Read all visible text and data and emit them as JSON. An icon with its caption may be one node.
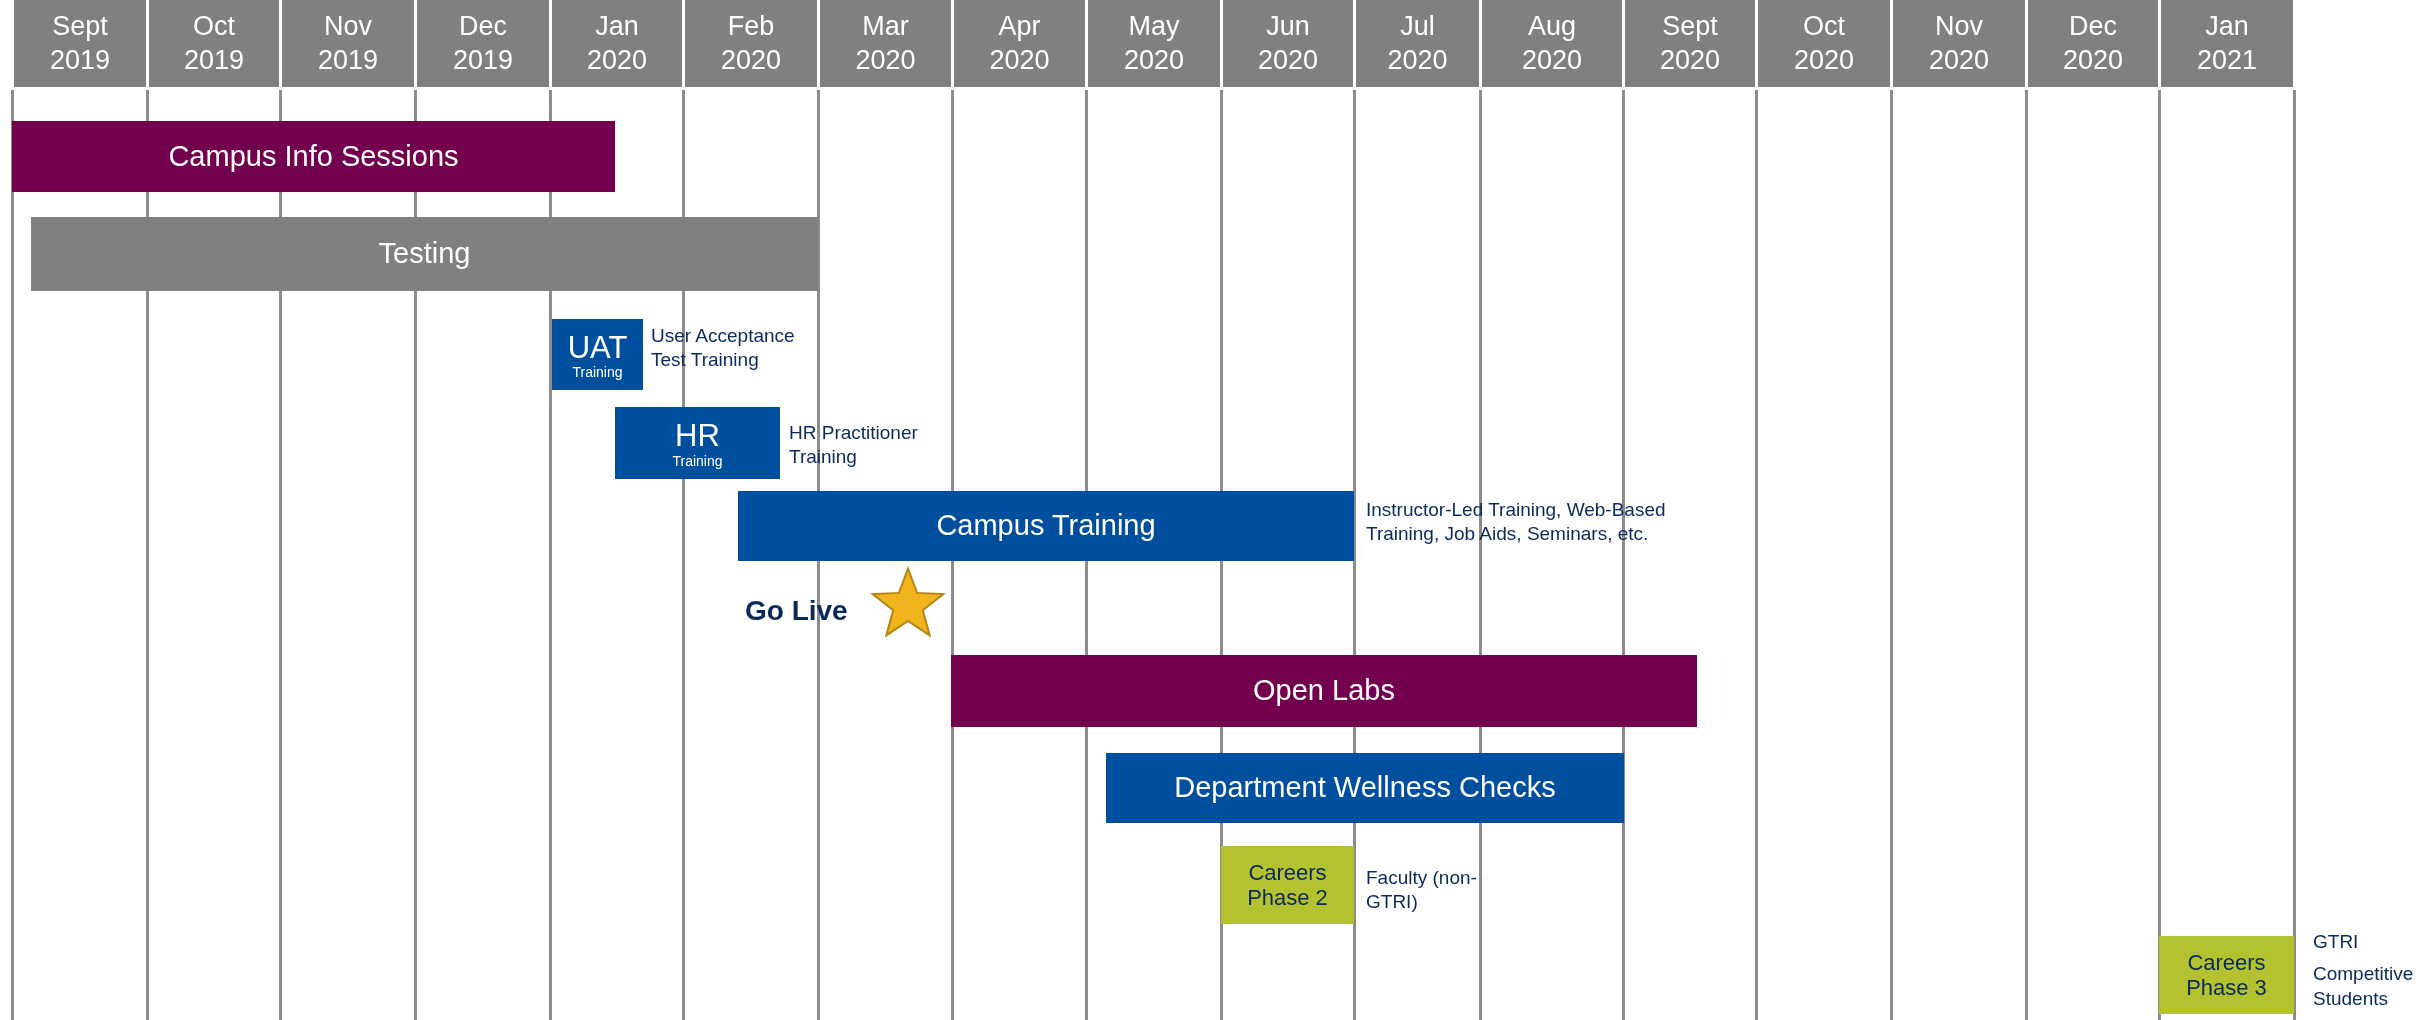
{
  "diagram": {
    "nodes": [
      {
        "text": [
          "Sept 2019"
        ]
      },
      {
        "text": [
          "Oct 2019"
        ]
      },
      {
        "text": [
          "Nov 2019"
        ]
      },
      {
        "text": [
          "Dec 2019"
        ]
      },
      {
        "text": [
          "Jan 2020"
        ]
      },
      {
        "text": [
          "Feb 2020"
        ]
      },
      {
        "text": [
          "Mar 2020"
        ]
      },
      {
        "text": [
          "Apr 2020"
        ]
      },
      {
        "text": [
          "May 2020"
        ]
      },
      {
        "text": [
          "Jun 2020"
        ]
      },
      {
        "text": [
          "Jul 2020"
        ]
      },
      {
        "text": [
          "Aug 2020"
        ]
      },
      {
        "text": [
          "Sept 2020"
        ]
      },
      {
        "text": [
          "Oct 2020"
        ]
      },
      {
        "text": [
          "Nov 2020"
        ]
      },
      {
        "text": [
          "Dec 2020"
        ]
      },
      {
        "text": [
          "Jan 2021"
        ]
      },
      {
        "text": [
          "Campus Info Sessions"
        ]
      },
      {
        "text": [
          "Testing"
        ]
      },
      {
        "text": [
          "UAT",
          "Training"
        ],
        "beside": [
          "User Acceptance Test Training"
        ]
      },
      {
        "text": [
          "HR",
          "Training"
        ],
        "beside": [
          "HR Practitioner Training"
        ]
      },
      {
        "text": [
          "Campus Training"
        ],
        "beside": [
          "Instructor-Led Training, Web-Based Training, Job Aids, Seminars, etc."
        ]
      },
      {
        "text": [],
        "shape": "star",
        "beside": [
          "Go Live"
        ]
      },
      {
        "text": [
          "Open Labs"
        ]
      },
      {
        "text": [
          "Department Wellness Checks"
        ]
      },
      {
        "text": [
          "Careers Phase 2"
        ],
        "beside": [
          "Faculty (non-GTRI)"
        ]
      },
      {
        "text": [
          "Careers Phase 3"
        ],
        "beside": [
          "GTRI",
          "Competitive Students"
        ]
      }
    ]
  }
}
